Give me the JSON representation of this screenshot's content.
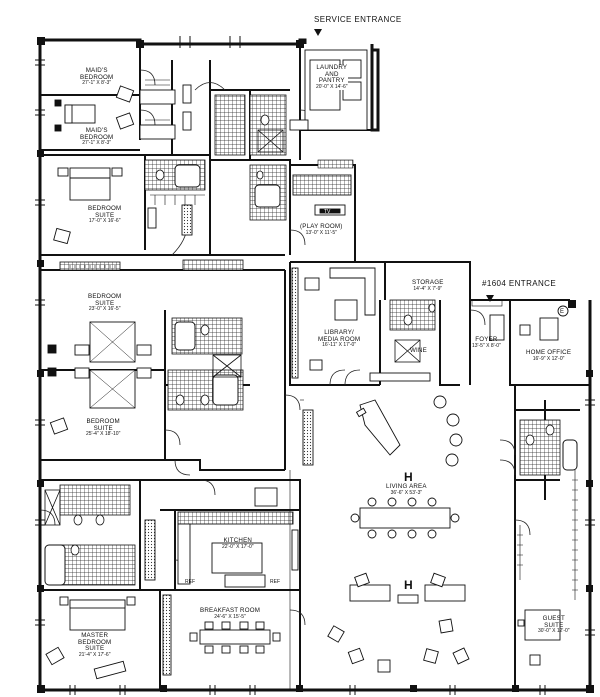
{
  "entrances": {
    "service": "SERVICE ENTRANCE",
    "main": "#1604 ENTRANCE"
  },
  "rooms": {
    "maids_bedroom_1": {
      "name_line1": "MAID'S",
      "name_line2": "BEDROOM",
      "dims": "27'-1\" X 8'-3\""
    },
    "maids_bedroom_2": {
      "name_line1": "MAID'S",
      "name_line2": "BEDROOM",
      "dims": "27'-1\" X 8'-3\""
    },
    "laundry": {
      "name_line1": "LAUNDRY",
      "name_line2": "AND",
      "name_line3": "PANTRY",
      "dims": "20'-0\" X 14'-6\""
    },
    "bedroom_suite_1": {
      "name_line1": "BEDROOM",
      "name_line2": "SUITE",
      "dims": "17'-0\" X 16'-6\""
    },
    "play_room": {
      "name": "(PLAY ROOM)",
      "dims": "13'-0\" X 11'-5\""
    },
    "storage": {
      "name": "STORAGE",
      "dims": "14'-4\" X 7'-9\""
    },
    "bedroom_suite_2": {
      "name_line1": "BEDROOM",
      "name_line2": "SUITE",
      "dims": "23'-0\" X 16'-5\""
    },
    "library": {
      "name_line1": "LIBRARY/",
      "name_line2": "MEDIA ROOM",
      "dims": "16'-11\" X 17'-0\""
    },
    "wine": {
      "name": "WINE"
    },
    "foyer": {
      "name": "FOYER",
      "dims": "13'-5\" X 8'-0\""
    },
    "home_office": {
      "name": "HOME OFFICE",
      "dims": "16'-9\" X 12'-0\""
    },
    "bedroom_suite_3": {
      "name_line1": "BEDROOM",
      "name_line2": "SUITE",
      "dims": "25'-4\" X 18'-10\""
    },
    "living_area": {
      "name": "LIVING AREA",
      "dims": "36'-6\" X 53'-3\""
    },
    "kitchen": {
      "name": "KITCHEN",
      "dims": "22'-0\" X 17'-0\""
    },
    "breakfast_room": {
      "name": "BREAKFAST ROOM",
      "dims": "24'-6\" X 15'-5\""
    },
    "master_bedroom": {
      "name_line1": "MASTER",
      "name_line2": "BEDROOM",
      "name_line3": "SUITE",
      "dims": "21'-4\" X 17'-6\""
    },
    "guest_suite": {
      "name_line1": "GUEST",
      "name_line2": "SUITE",
      "dims": "30'-0\" X 12'-0\""
    }
  },
  "symbols": {
    "piano_marker": "H",
    "fireplace_marker": "H",
    "elevator_marker": "E",
    "tv_label": "TV",
    "appliance_labels": [
      "REF",
      "REF"
    ]
  }
}
